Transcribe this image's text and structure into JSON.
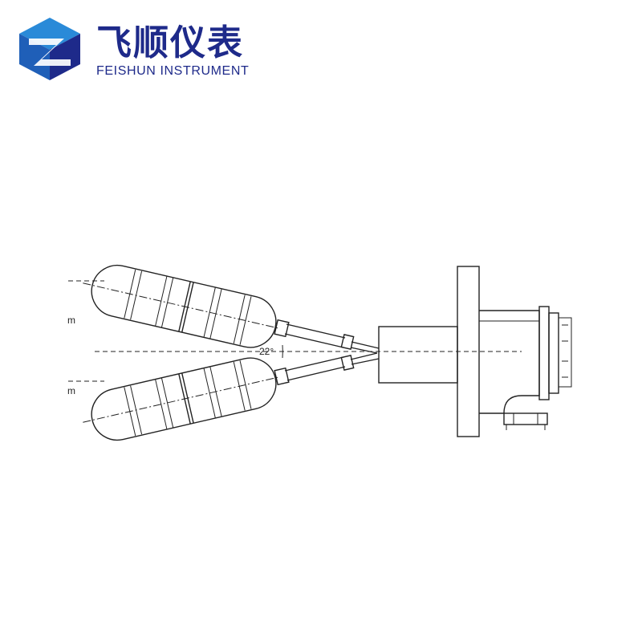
{
  "brand": {
    "name_cn": "飞顺仪表",
    "name_en": "FEISHUN INSTRUMENT",
    "colors": {
      "primary": "#1e2a8a",
      "accent_light": "#2a8ad8",
      "accent_mid": "#1f5fb8"
    }
  },
  "diagram": {
    "angle_label": "22°",
    "level_label_upper": "m",
    "level_label_lower": "m"
  }
}
